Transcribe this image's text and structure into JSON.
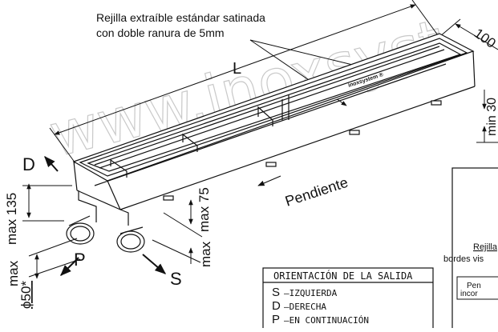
{
  "header_note": {
    "line1": "Rejilla extraíble estándar satinada",
    "line2": "con doble ranura de 5mm"
  },
  "dims": {
    "length": "L",
    "width": "100",
    "min_prefix": "min",
    "min_value": "30",
    "max_135_prefix": "max",
    "max_135_value": "135",
    "max_75_prefix": "max",
    "max_75_value": "75",
    "max_lower_prefix": "max",
    "diameter": "ϕ50",
    "diameter_mark": "*"
  },
  "directions": {
    "d": "D",
    "p": "P",
    "s": "S"
  },
  "slope_label": "Pendiente",
  "brand_plate": "inoxsystem ®",
  "watermark": "www.inoxsyst",
  "legend": {
    "title": "ORIENTACIÓN DE LA SALIDA",
    "items": [
      {
        "code": "S",
        "text": "–IZQUIERDA"
      },
      {
        "code": "D",
        "text": "–DERECHA"
      },
      {
        "code": "P",
        "text": "–EN CONTINUACIÓN"
      }
    ]
  },
  "side_panel": {
    "line1": "Rejilla",
    "line2": "bordes vis",
    "box_line1": "Pen",
    "box_line2": "incor"
  }
}
